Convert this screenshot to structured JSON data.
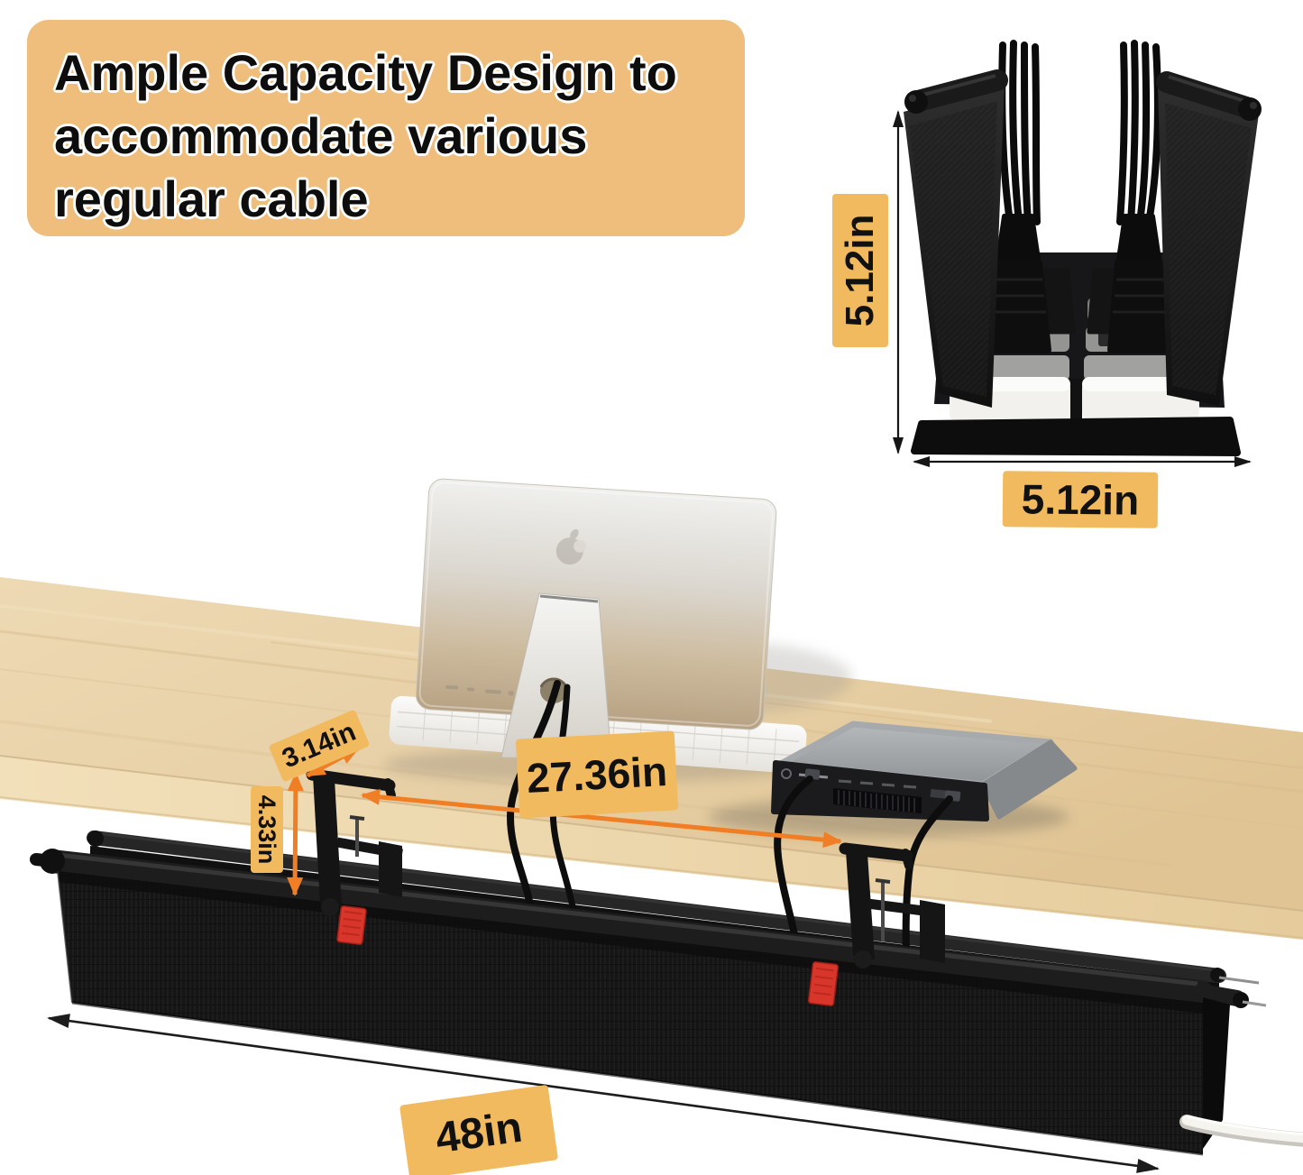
{
  "title": {
    "line1": "Ample Capacity Design to",
    "line2": "accommodate various",
    "line3": "regular cable"
  },
  "cross_section": {
    "height_label": "5.12in",
    "width_label": "5.12in"
  },
  "scene": {
    "clamp_depth_label": "3.14in",
    "drop_height_label": "4.33in",
    "clamp_spacing_label": "27.36in",
    "tray_length_label": "48in"
  },
  "colors": {
    "title_bg": "#efbe7c",
    "badge_bg": "#f2ba5e",
    "arrow_orange": "#ef7e24",
    "dimension_black": "#1c1c1c",
    "velcro_red": "#d8352b",
    "desk_wood": "#e8d2aa",
    "tray_fabric": "#161616",
    "monitor_silver": "#d9d4c6",
    "white_cable": "#f6f4ef"
  }
}
